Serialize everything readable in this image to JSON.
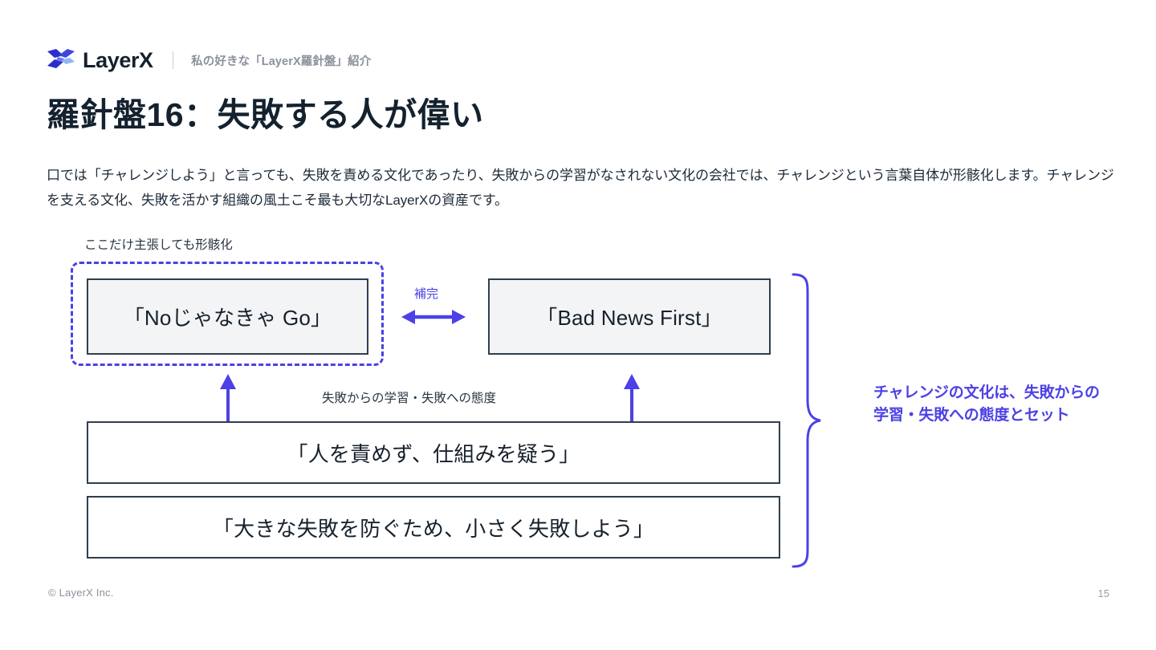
{
  "header": {
    "logo_icon": "layerx-x-logo-icon",
    "wordmark": "LayerX",
    "subtitle": "私の好きな「LayerX羅針盤」紹介"
  },
  "title": "羅針盤16：失敗する人が偉い",
  "lead_paragraph": "口では「チャレンジしよう」と言っても、失敗を責める文化であったり、失敗からの学習がなされない文化の会社では、チャレンジという言葉自体が形骸化します。チャレンジを支える文化、失敗を活かす組織の風土こそ最も大切なLayerXの資産です。",
  "diagram": {
    "dashed_note": "ここだけ主張しても形骸化",
    "middle_note": "失敗からの学習・失敗への態度",
    "complement_label": "補完",
    "boxes": [
      {
        "id": "no-go",
        "text": "「Noじゃなきゃ Go」"
      },
      {
        "id": "bad-news",
        "text": "「Bad News First」"
      },
      {
        "id": "blame",
        "text": "「人を責めず、仕組みを疑う」"
      },
      {
        "id": "small-fail",
        "text": "「大きな失敗を防ぐため、小さく失敗しよう」"
      }
    ],
    "brace_caption": "チャレンジの文化は、失敗からの学習・失敗への態度とセット",
    "icons": {
      "horizontal_arrow": "double-headed-horizontal-arrow-icon",
      "left_up_arrow": "up-arrow-icon",
      "right_up_arrow": "up-arrow-icon",
      "brace": "right-curly-brace-icon"
    }
  },
  "footer": {
    "copyright": "© LayerX Inc.",
    "page_number": "15"
  },
  "colors": {
    "accent_purple": "#4b41e6",
    "ink": "#14212e",
    "muted": "#8b919c",
    "box_fill": "#f3f4f5",
    "box_border": "#303e4e"
  }
}
